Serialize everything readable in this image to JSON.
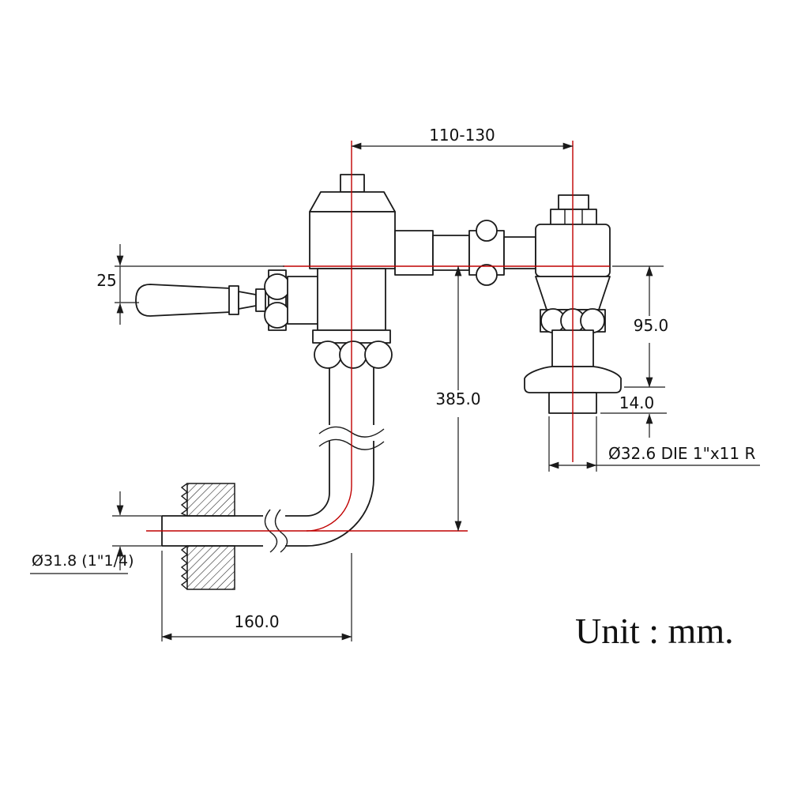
{
  "drawing": {
    "unit_label": "Unit : mm.",
    "dimensions": {
      "top_width": "110-130",
      "handle_offset": "25",
      "overall_height": "385.0",
      "outlet_height": "95.0",
      "outlet_lip": "14.0",
      "outlet_thread_label": "Ø32.6 DIE 1\"x11 R",
      "inlet_label": "Ø31.8 (1\"1/4)",
      "base_width": "160.0"
    },
    "colors": {
      "line": "#1a1a1a",
      "centerline": "#c00000"
    }
  }
}
